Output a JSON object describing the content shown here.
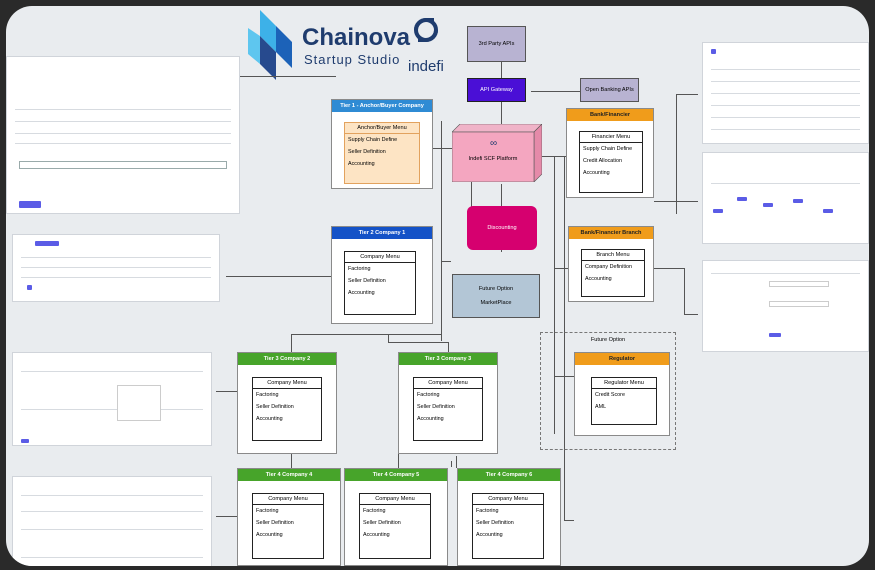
{
  "logo": {
    "brand": "Chainova",
    "sub": "Startup Studio",
    "partner": "indefi"
  },
  "colors": {
    "purple": "#4a0fd6",
    "gray_purple": "#b8b3d2",
    "light_blue": "#b3c6d6",
    "magenta": "#d6006f",
    "tier1_blue": "#2f8bd4",
    "tier2_blue": "#1452c7",
    "green": "#47a42a",
    "orange": "#f09c1b",
    "menu_orange_bg": "#fde4c4"
  },
  "top": {
    "third_party": "3rd Party APIs",
    "gateway": "API Gateway",
    "open_banking": "Open Banking APIs"
  },
  "platform": {
    "label": "Indefi SCF Platform"
  },
  "discounting": "Discounting",
  "future_market": {
    "line1": "Future Option",
    "line2": "MarketPlace"
  },
  "tier1": {
    "title": "Tier 1 - Anchor/Buyer Company",
    "menu_title": "Anchor/Buyer Menu",
    "items": [
      "Supply Chain Define",
      "Seller Definition",
      "Accounting"
    ]
  },
  "bank": {
    "title": "Bank/Financier",
    "menu_title": "Financier Menu",
    "items": [
      "Supply Chain Define",
      "Credit Allocation",
      "Accounting"
    ]
  },
  "tier2": {
    "title": "Tier 2 Company 1",
    "menu_title": "Company Menu",
    "items": [
      "Factoring",
      "Seller Definition",
      "Accounting"
    ]
  },
  "branch": {
    "title": "Bank/Financier Branch",
    "menu_title": "Branch Menu",
    "items": [
      "Company Definition",
      "Accounting"
    ]
  },
  "future_option": "Future Option",
  "regulator": {
    "title": "Regulator",
    "menu_title": "Regulator Menu",
    "items": [
      "Credit Score",
      "AML"
    ]
  },
  "tier3a": {
    "title": "Tier 3 Company 2",
    "menu_title": "Company Menu",
    "items": [
      "Factoring",
      "Seller Definition",
      "Accounting"
    ]
  },
  "tier3b": {
    "title": "Tier 3 Company 3",
    "menu_title": "Company Menu",
    "items": [
      "Factoring",
      "Seller Definition",
      "Accounting"
    ]
  },
  "tier4a": {
    "title": "Tier 4 Company 4",
    "menu_title": "Company Menu",
    "items": [
      "Factoring",
      "Seller Definition",
      "Accounting"
    ]
  },
  "tier4b": {
    "title": "Tier 4 Company 5",
    "menu_title": "Company Menu",
    "items": [
      "Factoring",
      "Seller Definition",
      "Accounting"
    ]
  },
  "tier4c": {
    "title": "Tier 4 Company 6",
    "menu_title": "Company Menu",
    "items": [
      "Factoring",
      "Seller Definition",
      "Accounting"
    ]
  }
}
